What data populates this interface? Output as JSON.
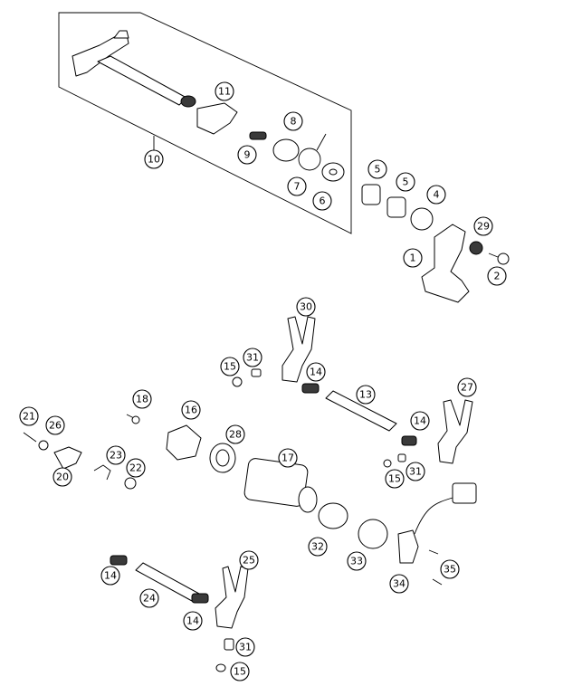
{
  "diagram": {
    "labels": {
      "p1": "1",
      "p2": "2",
      "p4": "4",
      "p5a": "5",
      "p5b": "5",
      "p6": "6",
      "p7": "7",
      "p8": "8",
      "p9": "9",
      "p10": "10",
      "p11": "11",
      "p13": "13",
      "p14a": "14",
      "p14b": "14",
      "p14c": "14",
      "p14d": "14",
      "p15a": "15",
      "p15b": "15",
      "p15c": "15",
      "p16": "16",
      "p17": "17",
      "p18": "18",
      "p20": "20",
      "p21": "21",
      "p22": "22",
      "p23": "23",
      "p24": "24",
      "p25": "25",
      "p26": "26",
      "p27": "27",
      "p28": "28",
      "p29": "29",
      "p30": "30",
      "p31a": "31",
      "p31b": "31",
      "p31c": "31",
      "p32": "32",
      "p33": "33",
      "p34": "34",
      "p35": "35"
    }
  }
}
